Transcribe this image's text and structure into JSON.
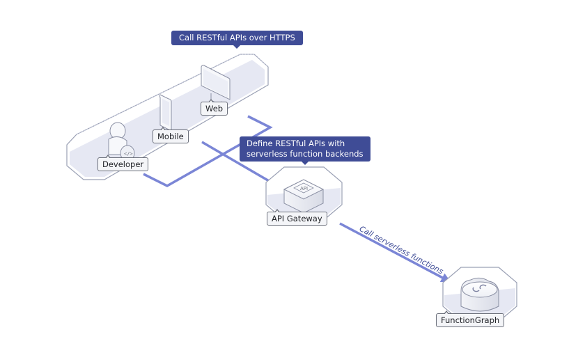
{
  "callouts": {
    "clients": "Call RESTful APIs over HTTPS",
    "gateway_line1": "Define RESTful APIs with",
    "gateway_line2": "serverless function backends"
  },
  "nodes": {
    "developer": "Developer",
    "mobile": "Mobile",
    "web": "Web",
    "api_gateway": "API Gateway",
    "api_icon_text": "API",
    "functiongraph": "FunctionGraph"
  },
  "edges": {
    "gateway_to_function": "Call serverless functions"
  },
  "colors": {
    "callout_bg": "#3f4c96",
    "arrow": "#7b86d6",
    "platform_fill": "#e3e5f2",
    "platform_stroke": "#9aa0b4"
  }
}
